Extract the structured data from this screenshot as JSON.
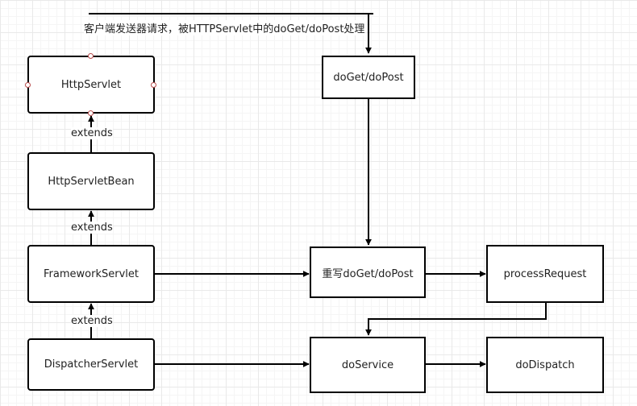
{
  "nodes": {
    "http_servlet": "HttpServlet",
    "http_servlet_bean": "HttpServletBean",
    "framework_servlet": "FrameworkServlet",
    "dispatcher_servlet": "DispatcherServlet",
    "do_get_do_post": "doGet/doPost",
    "override_do_get_do_post": "重写doGet/doPost",
    "process_request": "processRequest",
    "do_service": "doService",
    "do_dispatch": "doDispatch"
  },
  "edge_labels": {
    "extends_1": "extends",
    "extends_2": "extends",
    "extends_3": "extends",
    "request_note": "客户端发送器请求，被HTTPServlet中的doGet/doPost处理"
  }
}
